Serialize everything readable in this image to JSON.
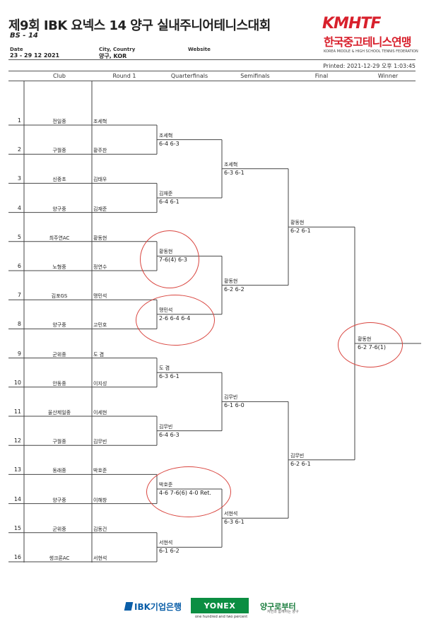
{
  "header": {
    "title": "제9회 IBK 요넥스 14 양구 실내주니어테니스대회",
    "event": "BS - 14",
    "date_label": "Date",
    "date_value": "23 - 29 12 2021",
    "city_label": "City, Country",
    "city_value": "양구, KOR",
    "website_label": "Website",
    "printed": "Printed: 2021-12-29 오후 1:03:45"
  },
  "logo": {
    "mark": "KMHTF",
    "korean": "한국중고테니스연맹",
    "english": "KOREA MIDDLE & HIGH SCHOOL TENNIS FEDERATION"
  },
  "columns": {
    "club": "Club",
    "round1": "Round 1",
    "qf": "Quarterfinals",
    "sf": "Semifinals",
    "final": "Final",
    "winner": "Winner"
  },
  "draw": [
    {
      "seed": "1",
      "club": "전일중",
      "player": "조세혁"
    },
    {
      "seed": "2",
      "club": "구월중",
      "player": "황주찬"
    },
    {
      "seed": "3",
      "club": "신중초",
      "player": "김태우"
    },
    {
      "seed": "4",
      "club": "양구중",
      "player": "김재준"
    },
    {
      "seed": "5",
      "club": "최주연AC",
      "player": "황동현"
    },
    {
      "seed": "6",
      "club": "노형중",
      "player": "정연수"
    },
    {
      "seed": "7",
      "club": "김포GS",
      "player": "맹민석"
    },
    {
      "seed": "8",
      "club": "양구중",
      "player": "고민호"
    },
    {
      "seed": "9",
      "club": "군위중",
      "player": "도 겸"
    },
    {
      "seed": "10",
      "club": "안동중",
      "player": "이지성"
    },
    {
      "seed": "11",
      "club": "울산제일중",
      "player": "이세현"
    },
    {
      "seed": "12",
      "club": "구월중",
      "player": "김무빈"
    },
    {
      "seed": "13",
      "club": "동래중",
      "player": "박호준"
    },
    {
      "seed": "14",
      "club": "양구중",
      "player": "이해창"
    },
    {
      "seed": "15",
      "club": "군위중",
      "player": "김동건"
    },
    {
      "seed": "16",
      "club": "썽크론AC",
      "player": "서현석"
    }
  ],
  "r1": [
    {
      "name": "조세혁",
      "score": "6-4 6-3"
    },
    {
      "name": "김재준",
      "score": "6-4 6-1"
    },
    {
      "name": "황동현",
      "score": "7-6(4) 6-3"
    },
    {
      "name": "맹민석",
      "score": "2-6 6-4 6-4"
    },
    {
      "name": "도 겸",
      "score": "6-3 6-1"
    },
    {
      "name": "김무빈",
      "score": "6-4 6-3"
    },
    {
      "name": "박호준",
      "score": "4-6 7-6(6) 4-0 Ret."
    },
    {
      "name": "서현석",
      "score": "6-1 6-2"
    }
  ],
  "qf": [
    {
      "name": "조세혁",
      "score": "6-3 6-1"
    },
    {
      "name": "황동현",
      "score": "6-2 6-2"
    },
    {
      "name": "김무빈",
      "score": "6-1 6-0"
    },
    {
      "name": "서현석",
      "score": "6-3 6-1"
    }
  ],
  "sf": [
    {
      "name": "황동현",
      "score": "6-2 6-1"
    },
    {
      "name": "김무빈",
      "score": "6-2 6-1"
    }
  ],
  "final": {
    "name": "황동현",
    "score": "6-2 7-6(1)"
  },
  "sponsors": {
    "ibk": "IBK기업은행",
    "yonex": "YONEX",
    "yonex_tagline": "one hundred and two percent",
    "yanggu": "양구로부터",
    "yanggu_tagline": "자연과 함께하는 양구"
  },
  "colors": {
    "annotation_circle": "#d9453f",
    "brand_red": "#d8202c",
    "yonex_green": "#0b8e42",
    "ibk_blue": "#0a5ea8"
  }
}
